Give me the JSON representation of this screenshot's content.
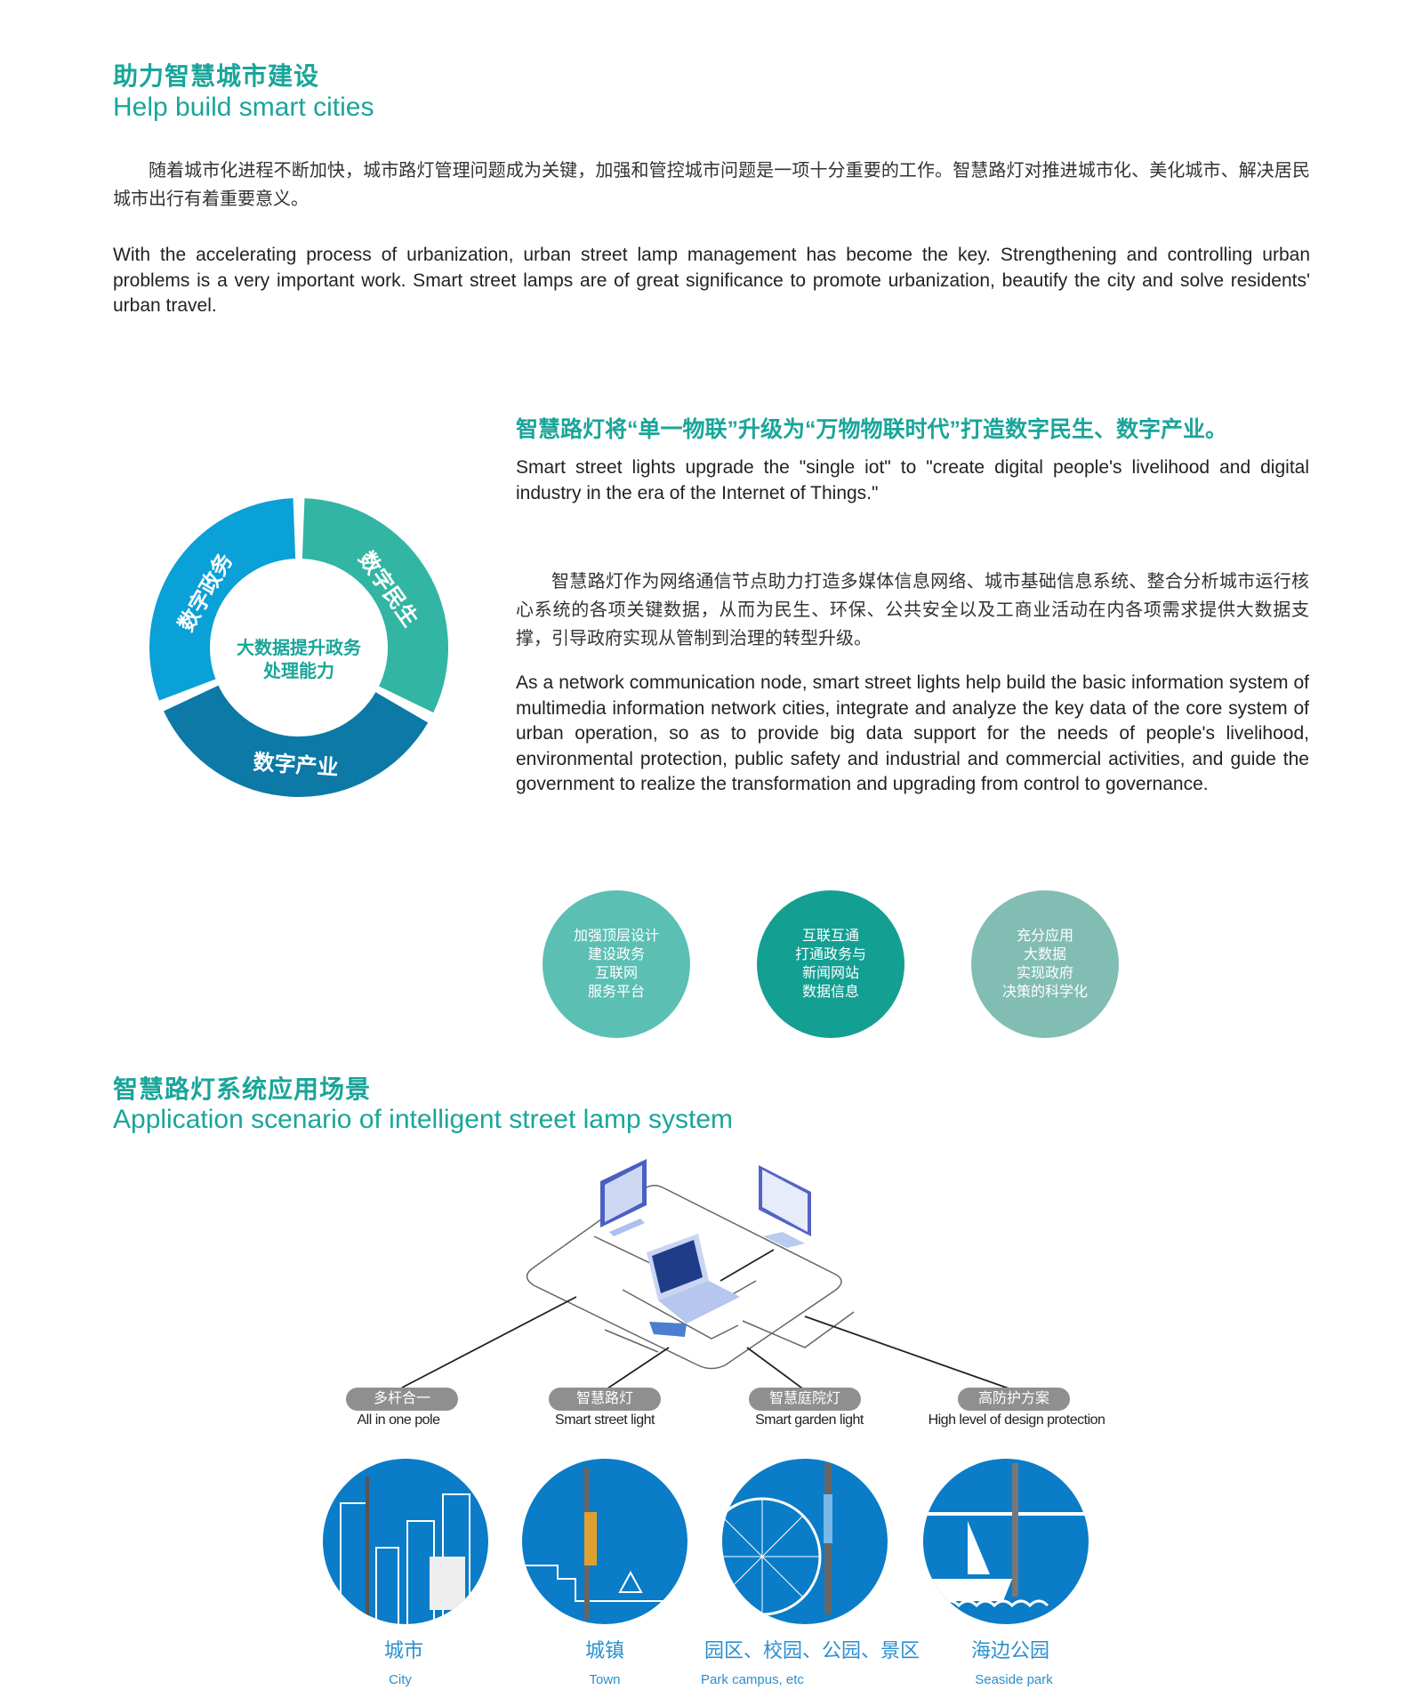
{
  "section1": {
    "title_cn": "助力智慧城市建设",
    "title_en": "Help build smart cities",
    "para_cn": "随着城市化进程不断加快，城市路灯管理问题成为关键，加强和管控城市问题是一项十分重要的工作。智慧路灯对推进城市化、美化城市、解决居民城市出行有着重要意义。",
    "para_en": "With the accelerating process of urbanization, urban street lamp management has become the key. Strengthening and controlling urban problems is a very important work. Smart street lamps are of great significance to promote urbanization, beautify the city and solve residents' urban travel."
  },
  "section2": {
    "heading_cn": "智慧路灯将“单一物联”升级为“万物物联时代”打造数字民生、数字产业。",
    "heading_en": "Smart street lights upgrade the \"single iot\" to \"create digital people's livelihood and digital industry in the era of the Internet of Things.\"",
    "para_cn": "智慧路灯作为网络通信节点助力打造多媒体信息网络、城市基础信息系统、整合分析城市运行核心系统的各项关键数据，从而为民生、环保、公共安全以及工商业活动在内各项需求提供大数据支撑，引导政府实现从管制到治理的转型升级。",
    "para_en": "As a network communication node, smart street lights help build the basic information system of multimedia information network cities, integrate and analyze the key data of the core system of urban operation, so as to provide big data support for the needs of people's livelihood, environmental protection, public safety and industrial and commercial activities, and guide the government to realize the transformation and upgrading from control to governance.",
    "donut": {
      "center_line1": "大数据提升政务",
      "center_line2": "处理能力",
      "segments": [
        {
          "label": "数字民生",
          "color": "#33b5a3"
        },
        {
          "label": "数字产业",
          "color": "#0c79a6"
        },
        {
          "label": "数字政务",
          "color": "#0aa0d8"
        }
      ]
    },
    "bubbles": [
      {
        "lines": [
          "加强顶层设计",
          "建设政务",
          "互联网",
          "服务平台"
        ],
        "color": "#5bbfb4"
      },
      {
        "lines": [
          "互联互通",
          "打通政务与",
          "新闻网站",
          "数据信息"
        ],
        "color": "#139f92"
      },
      {
        "lines": [
          "充分应用",
          "大数据",
          "实现政府",
          "决策的科学化"
        ],
        "color": "#82bdb3"
      }
    ]
  },
  "section3": {
    "title_cn": "智慧路灯系统应用场景",
    "title_en": "Application scenario of intelligent street lamp system",
    "categories": [
      {
        "tag_cn": "多杆合一",
        "tag_en": "All in one pole",
        "scene_cn": "城市",
        "scene_en": "City"
      },
      {
        "tag_cn": "智慧路灯",
        "tag_en": "Smart street light",
        "scene_cn": "城镇",
        "scene_en": "Town"
      },
      {
        "tag_cn": "智慧庭院灯",
        "tag_en": "Smart garden light",
        "scene_cn": "园区、校园、公园、景区",
        "scene_en": "Park campus, etc"
      },
      {
        "tag_cn": "高防护方案",
        "tag_en": "High level of design protection",
        "scene_cn": "海边公园",
        "scene_en": "Seaside park"
      }
    ]
  }
}
